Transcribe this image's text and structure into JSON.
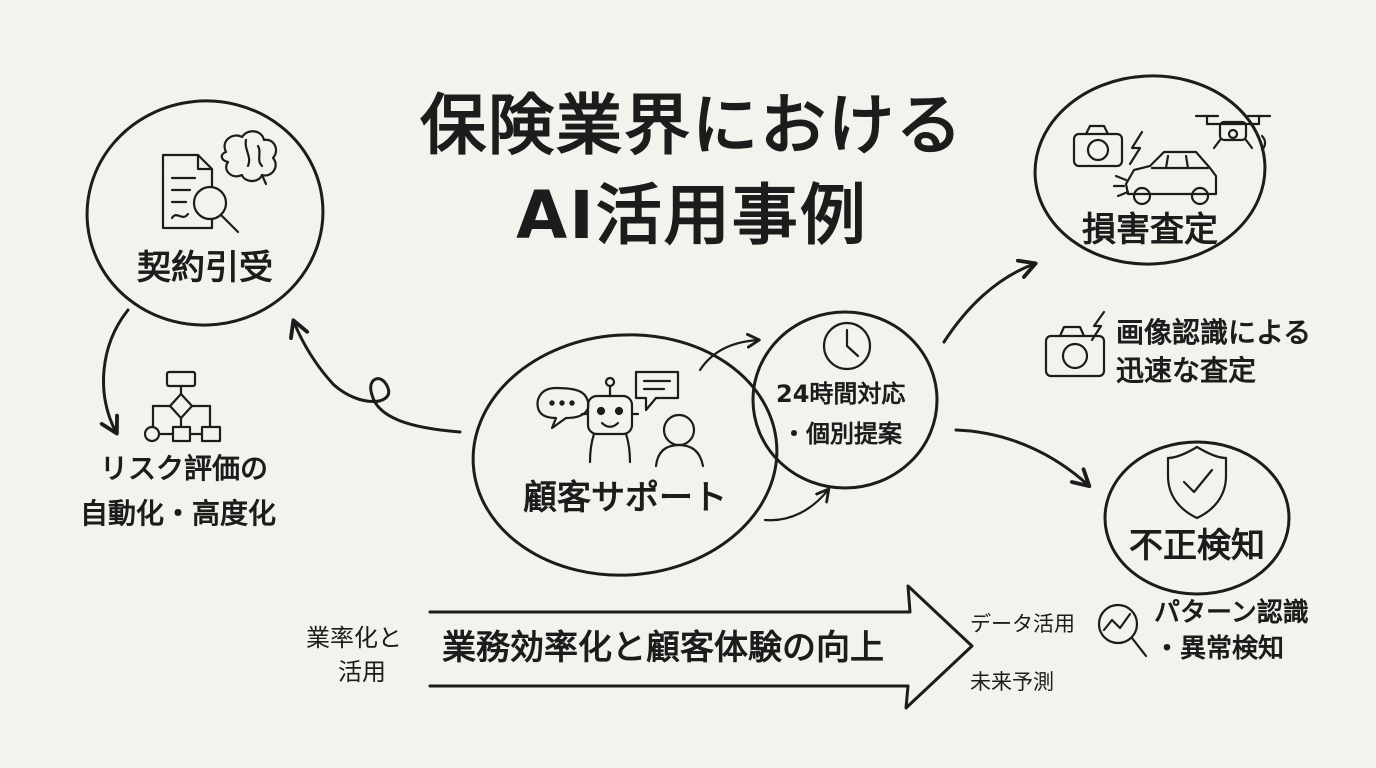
{
  "title": {
    "line1": "保険業界における",
    "line2": "AI活用事例"
  },
  "nodes": {
    "underwriting": {
      "label": "契約引受",
      "note_line1": "リスク評価の",
      "note_line2": "自動化・高度化"
    },
    "customer_support": {
      "label": "顧客サポート",
      "note_line1": "24時間対応",
      "note_line2": "・個別提案"
    },
    "claims": {
      "label": "損害査定",
      "note_line1": "画像認識による",
      "note_line2": "迅速な査定"
    },
    "fraud": {
      "label": "不正検知",
      "note_line1": "パターン認識",
      "note_line2": "・異常検知"
    }
  },
  "banner": {
    "text": "業務効率化と顧客体験の向上",
    "left_line1": "業率化と",
    "left_line2": "活用",
    "right_top": "データ活用",
    "right_bottom": "未来予測"
  },
  "icons": [
    "document-search-icon",
    "brain-icon",
    "flowchart-icon",
    "chat-bubble-icon",
    "robot-icon",
    "person-icon",
    "clock-icon",
    "camera-icon",
    "lightning-icon",
    "drone-icon",
    "damaged-car-icon",
    "shield-check-icon",
    "magnifier-chart-icon"
  ]
}
